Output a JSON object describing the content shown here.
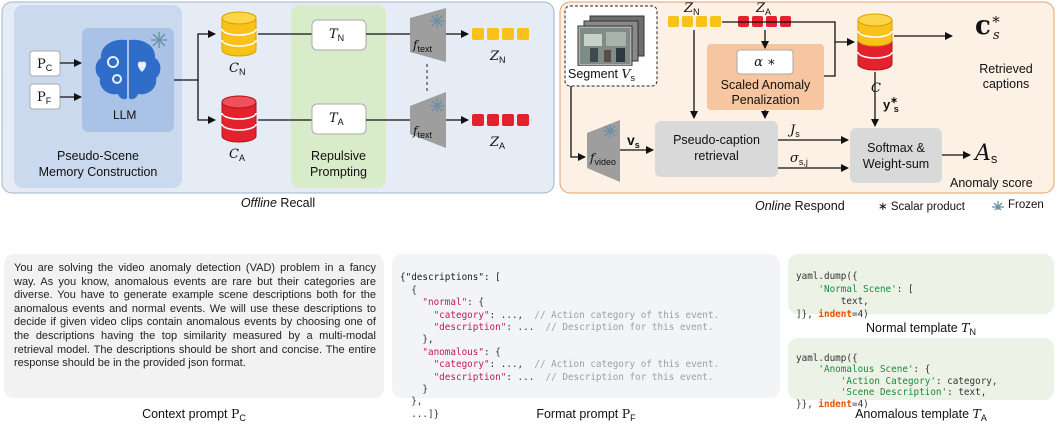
{
  "offline": {
    "pc_label": "P",
    "pc_sub": "C",
    "pf_label": "P",
    "pf_sub": "F",
    "llm_label": "LLM",
    "memory_title_1": "Pseudo-Scene",
    "memory_title_2": "Memory Construction",
    "cn_label": "C",
    "cn_sub": "N",
    "ca_label": "C",
    "ca_sub": "A",
    "tn_label": "T",
    "tn_sub": "N",
    "ta_label": "T",
    "ta_sub": "A",
    "repulsive_1": "Repulsive",
    "repulsive_2": "Prompting",
    "ftext": "f",
    "ftext_sub": "text",
    "zn_label": "Z",
    "zn_sub": "N",
    "za_label": "Z",
    "za_sub": "A",
    "caption_italic": "Offline",
    "caption_rest": " Recall",
    "colors": {
      "panel_bg": "#e6ecf5",
      "panel_border": "#9fb3d1",
      "yellow": "#f8c21b",
      "red": "#e3222e",
      "green_panel": "#d9ecc9",
      "brain": "#2f6dc9"
    }
  },
  "online": {
    "segment_label": "Segment ",
    "segment_v": "V",
    "segment_sub": "s",
    "zn_label": "Z",
    "zn_sub": "N",
    "za_label": "Z",
    "za_sub": "A",
    "alpha_label": "α ∗",
    "penalty_1": "Scaled Anomaly",
    "penalty_2": "Penalization",
    "c_label": "C",
    "retrieved_main": "c",
    "retrieved_sup": "∗",
    "retrieved_sub": "s",
    "retrieved_text_1": "Retrieved",
    "retrieved_text_2": "captions",
    "y_label": "y",
    "y_sup": "∗",
    "y_sub": "s",
    "fvideo": "f",
    "fvideo_sub": "video",
    "v_label": "v",
    "v_sub": "s",
    "pseudo_1": "Pseudo-caption",
    "pseudo_2": "retrieval",
    "j_label": "J",
    "j_sub": "s",
    "sigma_label": "σ",
    "sigma_sub": "s,j",
    "softmax_1": "Softmax &",
    "softmax_2": "Weight-sum",
    "a_label": "A",
    "a_sub": "s",
    "anomaly_score": "Anomaly score",
    "caption_italic": "Online",
    "caption_rest": " Respond",
    "legend_scalar": "∗ Scalar product",
    "legend_frozen": "Frozen",
    "colors": {
      "panel_bg": "#fdf1e6",
      "panel_border": "#e3a467",
      "penalty": "#f7c59f",
      "box": "#d9d9d9"
    }
  },
  "context_prompt": {
    "text": "You are solving the video anomaly detection (VAD) problem in a fancy way. As you know, anomalous events are rare but their categories are diverse. You have to generate example scene descriptions both for the anomalous events and normal events. We will use these descriptions to decide if given video clips contain anomalous events by choosing one of the descriptions having the top similarity measured by a multi-modal retrieval model. The descriptions should be short and concise. The entire response should be in the provided json format.",
    "caption": "Context prompt ",
    "caption_sym": "P",
    "caption_sub": "C"
  },
  "format_prompt": {
    "l1_a": "{\"descriptions\": [",
    "l2": "  {",
    "l3_key": "    \"normal\"",
    "l3_rest": ": {",
    "l4_key": "      \"category\"",
    "l4_val": ": ...,",
    "l4_cmt": "  // Action category of this event.",
    "l5_key": "      \"description\"",
    "l5_val": ": ...",
    "l5_cmt": "  // Description for this event.",
    "l6": "    },",
    "l7_key": "    \"anomalous\"",
    "l7_rest": ": {",
    "l8_key": "      \"category\"",
    "l8_val": ": ...,",
    "l8_cmt": "  // Action category of this event.",
    "l9_key": "      \"description\"",
    "l9_val": ": ...",
    "l9_cmt": "  // Description for this event.",
    "l10": "    }",
    "l11": "  },",
    "l12": "  ...]}",
    "caption": "Format prompt ",
    "caption_sym": "P",
    "caption_sub": "F"
  },
  "normal_template": {
    "l1": "yaml.dump({",
    "l2": "    'Normal Scene'",
    "l2_rest": ": [",
    "l3": "        text,",
    "l4_a": "]}, ",
    "l4_kw": "indent",
    "l4_b": "=4)",
    "caption": "Normal template ",
    "caption_sym": "T",
    "caption_sub": "N"
  },
  "anomalous_template": {
    "l1": "yaml.dump({",
    "l2": "    'Anomalous Scene'",
    "l2_rest": ": {",
    "l3": "        'Action Category'",
    "l3_rest": ": category,",
    "l4": "        'Scene Description'",
    "l4_rest": ": text,",
    "l5_a": "}}, ",
    "l5_kw": "indent",
    "l5_b": "=4)",
    "caption": "Anomalous template ",
    "caption_sym": "T",
    "caption_sub": "A"
  }
}
